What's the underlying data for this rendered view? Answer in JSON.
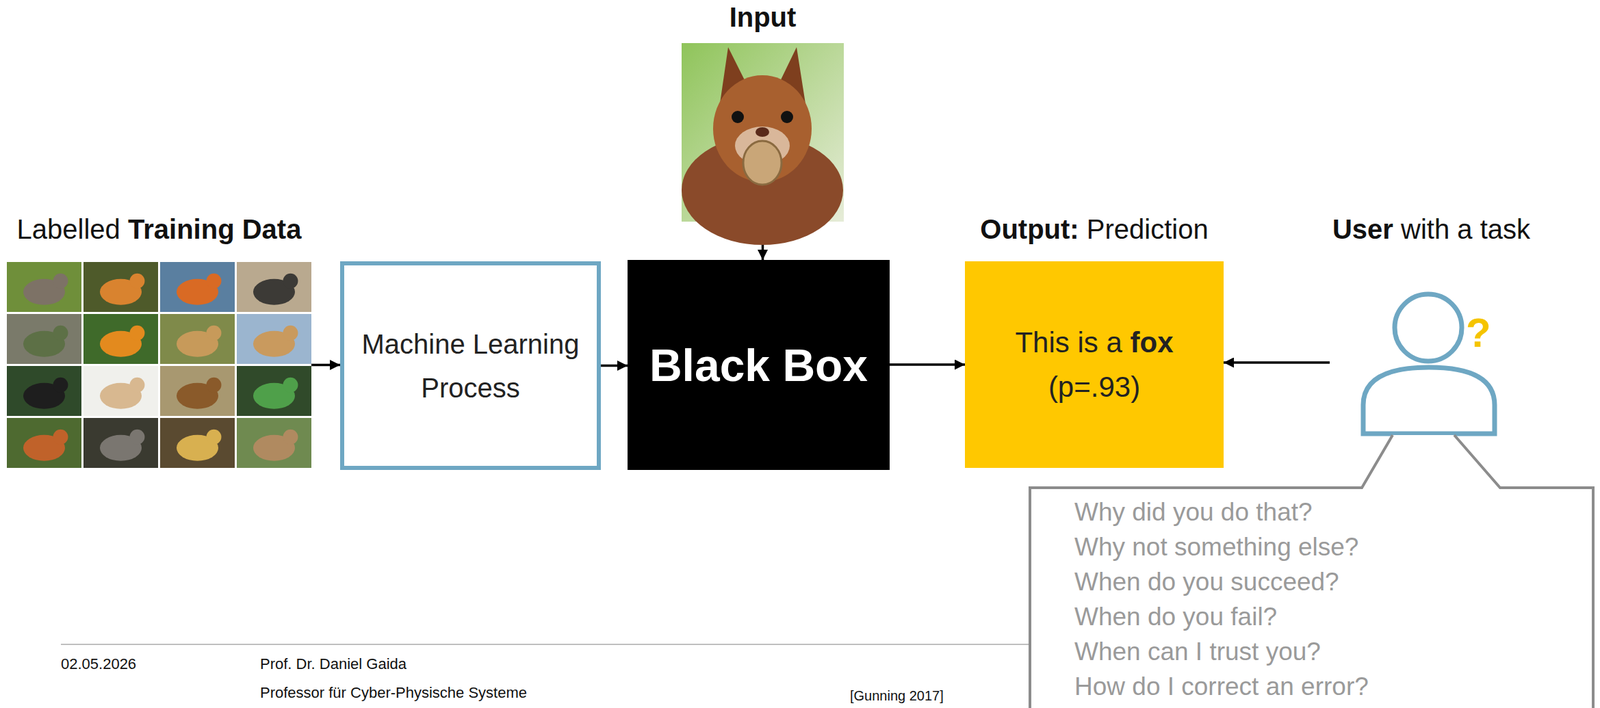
{
  "diagram": {
    "nodes": [
      {
        "text": [
          "Labelled",
          "Training Data"
        ]
      },
      {
        "text": [
          "Machine Learning Process"
        ]
      },
      {
        "text": [
          "Input"
        ]
      },
      {
        "text": [
          "Black Box"
        ]
      },
      {
        "text": [
          "Output:",
          "Prediction",
          "This is a",
          "fox",
          "(p=.93)"
        ]
      },
      {
        "text": [
          "User",
          "with a task"
        ]
      },
      {
        "text": [
          "Why did you do that?",
          "Why not something else?",
          "When do you succeed?",
          "When do you fail?",
          "When can I trust you?",
          "How do I correct an error?"
        ]
      }
    ],
    "edges": [
      {
        "from": 0,
        "to": 1,
        "arrow": "to"
      },
      {
        "from": 1,
        "to": 3,
        "arrow": "to"
      },
      {
        "from": 2,
        "to": 3,
        "arrow": "to"
      },
      {
        "from": 3,
        "to": 4,
        "arrow": "to"
      },
      {
        "from": 5,
        "to": 4,
        "arrow": "to"
      }
    ],
    "labels": [
      "02.05.2026",
      "Prof. Dr. Daniel Gaida",
      "Professor für Cyber-Physische Systeme",
      "[Gunning 2017]",
      "?"
    ]
  }
}
